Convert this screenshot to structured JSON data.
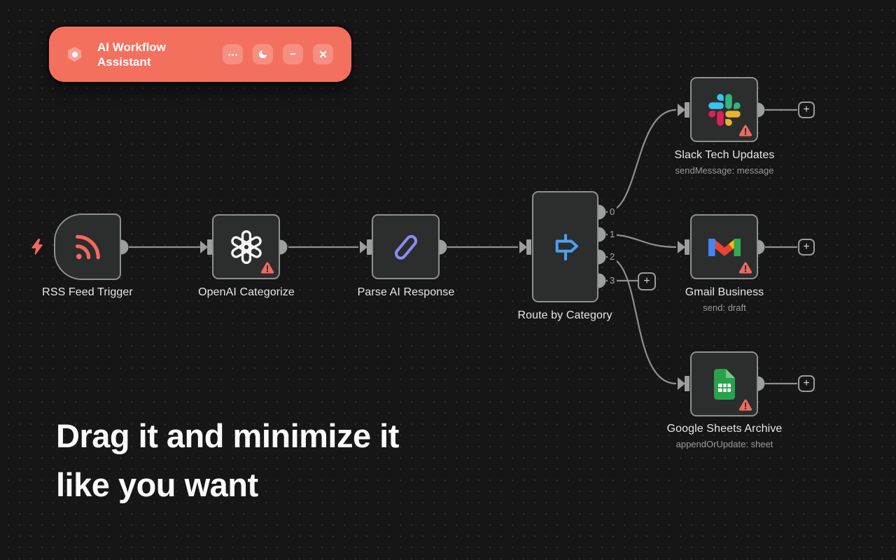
{
  "assistant_panel": {
    "title": "AI Workflow Assistant",
    "more_label": "⋯",
    "minimize_label": "−",
    "close_label": "✕"
  },
  "caption": {
    "line1": "Drag it and minimize it",
    "line2": "like you want"
  },
  "plus_label": "+",
  "nodes": {
    "rss": {
      "title": "RSS Feed Trigger"
    },
    "openai": {
      "title": "OpenAI Categorize"
    },
    "parse": {
      "title": "Parse AI Response"
    },
    "route": {
      "title": "Route by Category",
      "outputs": [
        "0",
        "1",
        "2",
        "3"
      ]
    },
    "slack": {
      "title": "Slack Tech Updates",
      "subtitle": "sendMessage: message"
    },
    "gmail": {
      "title": "Gmail Business",
      "subtitle": "send: draft"
    },
    "sheets": {
      "title": "Google Sheets Archive",
      "subtitle": "appendOrUpdate: sheet"
    }
  },
  "colors": {
    "canvas_bg": "#161616",
    "node_fill": "#2C2D2D",
    "node_border": "#8F8F8F",
    "wire": "#8F8F8F",
    "accent_coral": "#F4705E",
    "warning_red": "#ED6A5F",
    "rss_coral": "#F4695C",
    "signpost_blue": "#4BA0F5",
    "pen_indigo": "#8B8CF6",
    "sheets_green": "#29A24D"
  }
}
